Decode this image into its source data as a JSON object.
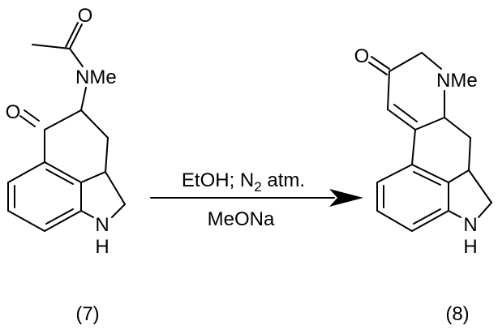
{
  "reaction": {
    "reactant": {
      "label": "(7)",
      "atoms": {
        "carbonyl_o_top": "O",
        "amine": "NMe",
        "ketone_o": "O",
        "indole_n": "N",
        "indole_h": "H"
      }
    },
    "conditions": {
      "above_arrow": {
        "prefix": "EtOH; N",
        "subscript": "2",
        "suffix": " atm."
      },
      "below_arrow": "MeONa"
    },
    "product": {
      "label": "(8)",
      "atoms": {
        "ketone_o": "O",
        "amine": "NMe",
        "indole_n": "N",
        "indole_h": "H"
      }
    }
  }
}
